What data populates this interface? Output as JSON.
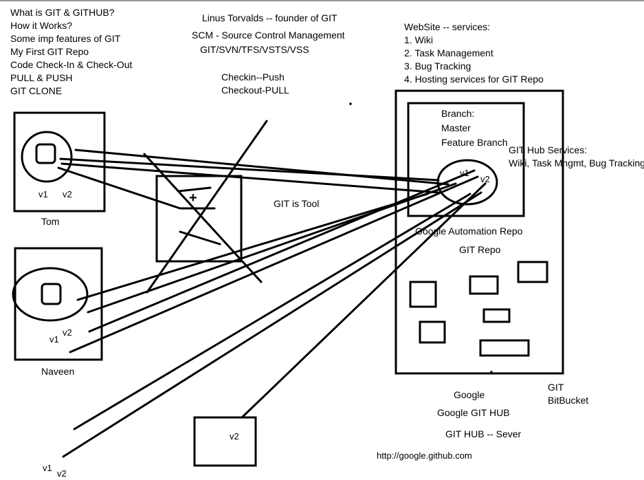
{
  "agenda": [
    "What is GIT & GITHUB?",
    "How it Works?",
    "Some imp features of GIT",
    "My First GIT Repo",
    "Code Check-In & Check-Out",
    "PULL & PUSH",
    "GIT CLONE"
  ],
  "founder": "Linus Torvalds -- founder of GIT",
  "scm": "SCM - Source Control Management",
  "scm_tools": "GIT/SVN/TFS/VSTS/VSS",
  "checkin": "Checkin--Push",
  "checkout": "Checkout-PULL",
  "website": {
    "title": "WebSite -- services:",
    "items": [
      "1. Wiki",
      "2. Task Management",
      "3. Bug Tracking",
      "4. Hosting services for GIT Repo"
    ]
  },
  "branch": {
    "title": "Branch:",
    "items": [
      "Master",
      "Feature Branch"
    ]
  },
  "github_services": {
    "title": "GIT Hub Services:",
    "desc": "Wiki, Task Mngmt, Bug Tracking"
  },
  "repo_versions": [
    "v1",
    "v2"
  ],
  "tom": {
    "name": "Tom",
    "v1": "v1",
    "v2": "v2"
  },
  "naveen": {
    "name": "Naveen",
    "v1": "v1",
    "v2": "v2"
  },
  "git_is_tool": "GIT is Tool",
  "google_automation_repo": "Google Automation Repo",
  "git_repo": "GIT Repo",
  "google": "Google",
  "google_git_hub": "Google GIT HUB",
  "git_hub_sever": "GIT HUB -- Sever",
  "url": "http://google.github.com",
  "git": "GIT",
  "bitbucket": "BitBucket",
  "bottom_box_label": "v2",
  "bottom_v1": "v1",
  "bottom_v2": "v2",
  "tool_box_symbol": "+"
}
